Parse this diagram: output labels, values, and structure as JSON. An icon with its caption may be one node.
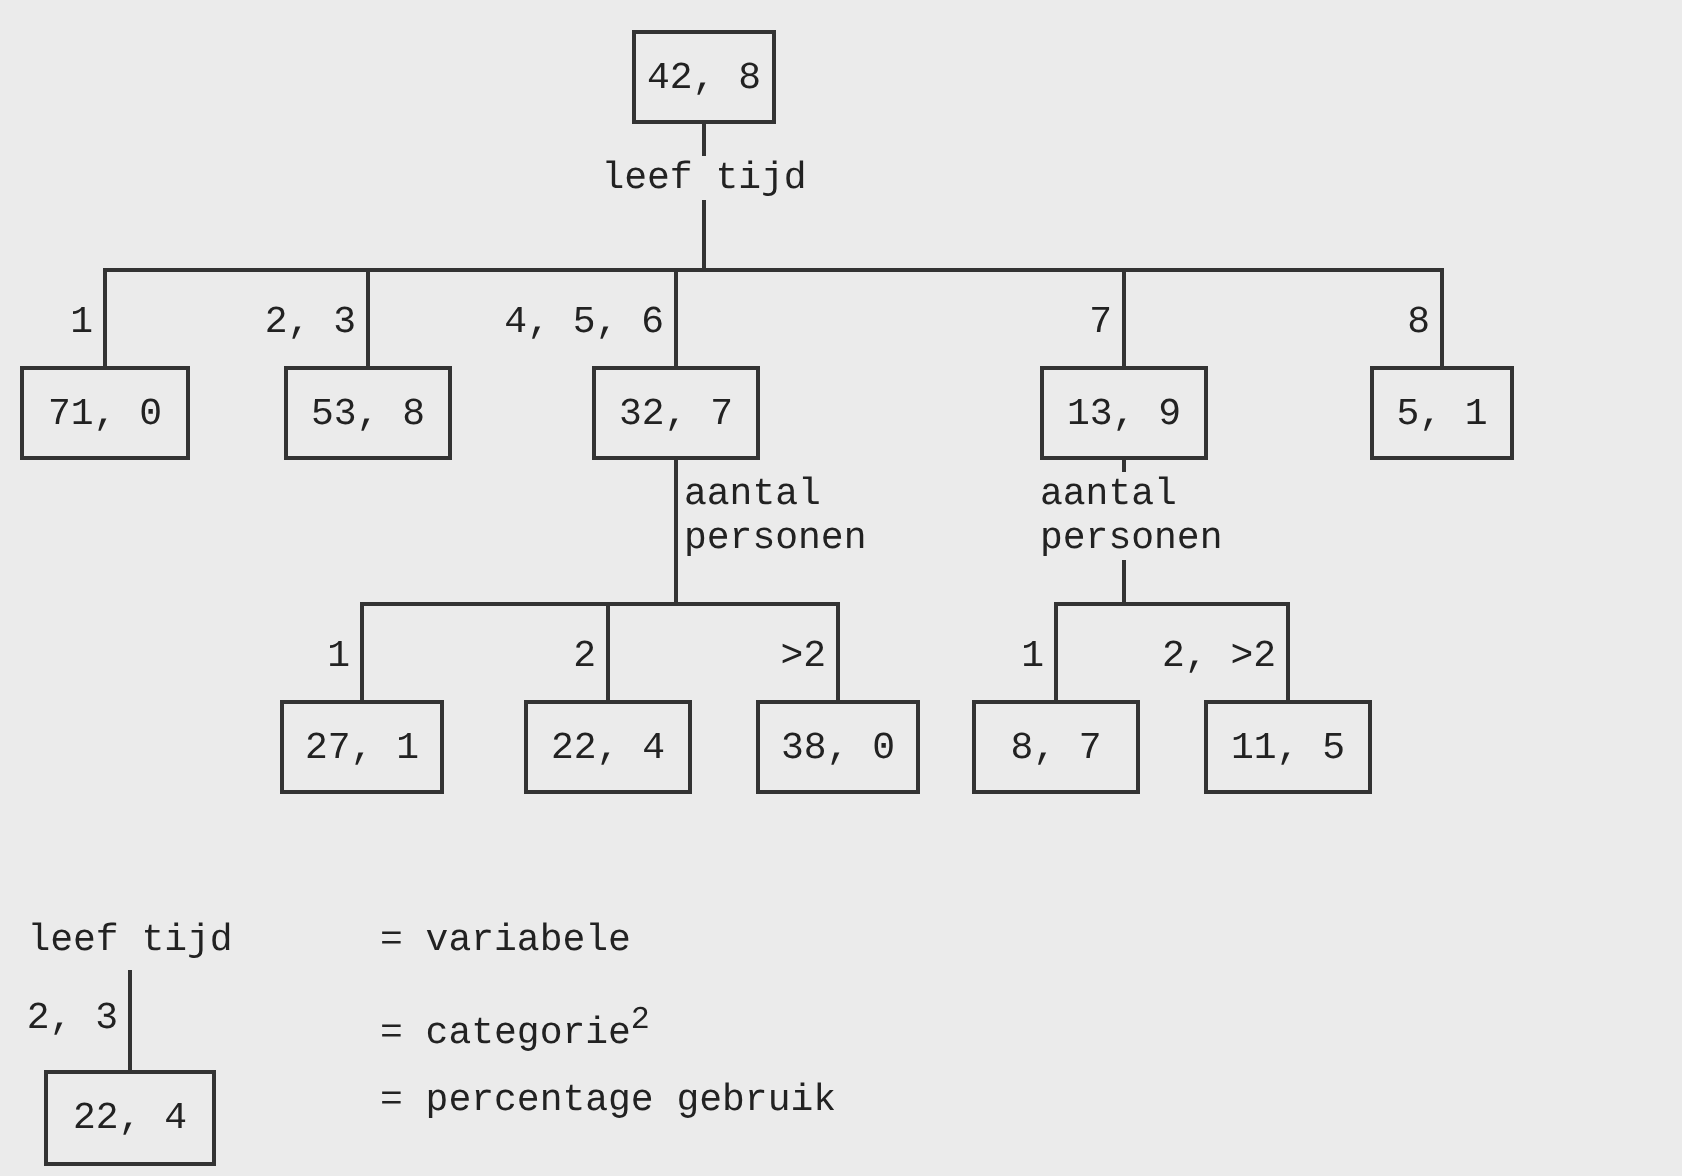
{
  "diagram": {
    "nodes": [
      {
        "text": [
          "42, 8"
        ],
        "beside": [
          "leef tijd"
        ]
      },
      {
        "text": [
          "71, 0"
        ]
      },
      {
        "text": [
          "53, 8"
        ]
      },
      {
        "text": [
          "32, 7"
        ],
        "beside": [
          "aantal personen"
        ]
      },
      {
        "text": [
          "13, 9"
        ],
        "beside": [
          "aantal personen"
        ]
      },
      {
        "text": [
          "5, 1"
        ]
      },
      {
        "text": [
          "27, 1"
        ]
      },
      {
        "text": [
          "22, 4"
        ]
      },
      {
        "text": [
          "38, 0"
        ]
      },
      {
        "text": [
          "8, 7"
        ]
      },
      {
        "text": [
          "11, 5"
        ]
      },
      {
        "text": [
          "22, 4"
        ],
        "beside": [
          "leef tijd"
        ]
      }
    ],
    "edges": [
      {
        "from": 0,
        "to": 1,
        "arrow": "none",
        "label": "1"
      },
      {
        "from": 0,
        "to": 2,
        "arrow": "none",
        "label": "2, 3"
      },
      {
        "from": 0,
        "to": 3,
        "arrow": "none",
        "label": "4, 5, 6"
      },
      {
        "from": 0,
        "to": 4,
        "arrow": "none",
        "label": "7"
      },
      {
        "from": 0,
        "to": 5,
        "arrow": "none",
        "label": "8"
      },
      {
        "from": 3,
        "to": 6,
        "arrow": "none",
        "label": "1"
      },
      {
        "from": 3,
        "to": 7,
        "arrow": "none",
        "label": "2"
      },
      {
        "from": 3,
        "to": 8,
        "arrow": "none",
        "label": ">2"
      },
      {
        "from": 4,
        "to": 9,
        "arrow": "none",
        "label": "1"
      },
      {
        "from": 4,
        "to": 10,
        "arrow": "none",
        "label": "2, >2"
      },
      {
        "from": null,
        "to": 11,
        "arrow": "none",
        "label": "2, 3"
      }
    ],
    "labels": [
      "= variabele",
      "= categorie$^{2}$",
      "= percentage gebruik"
    ]
  }
}
